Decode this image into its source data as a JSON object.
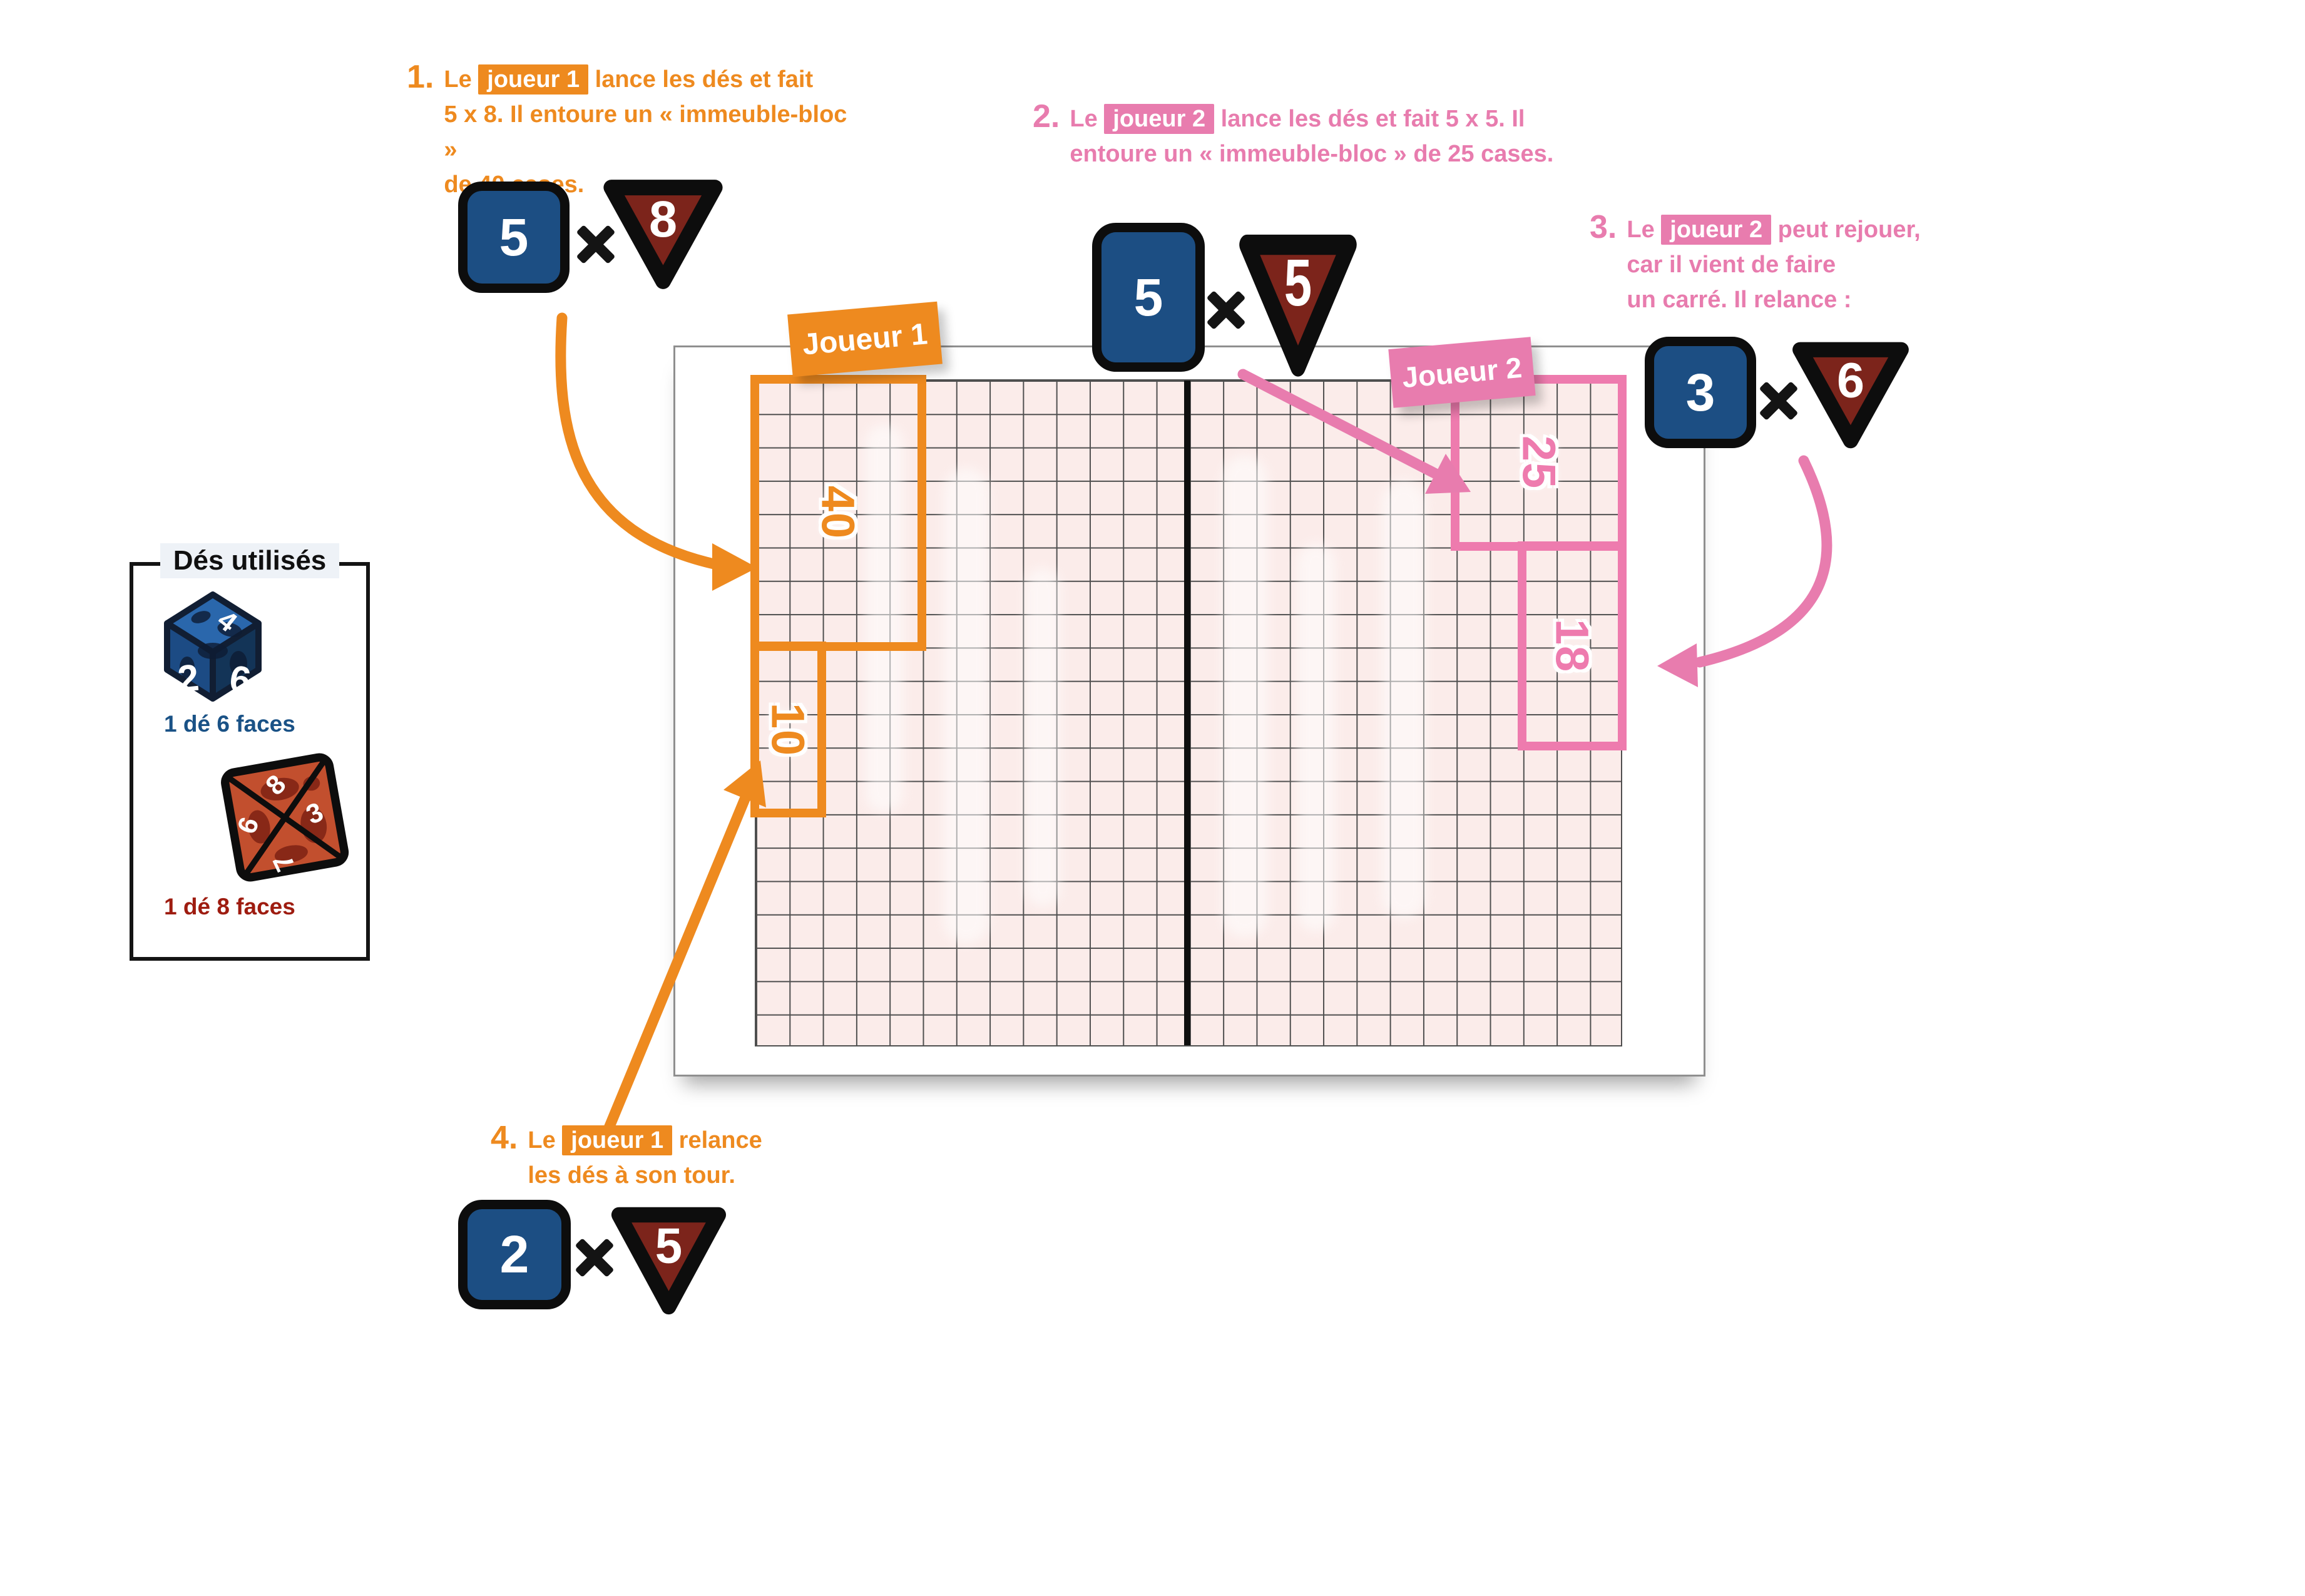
{
  "colors": {
    "orange": "#ee8a1f",
    "pink": "#e87cae",
    "pink_border": "#ee7bae",
    "die_blue": "#1c4e83",
    "die_maroon": "#7c241b",
    "grid_bg": "#fbecea",
    "grid_line": "#4f4f4f",
    "legend_blue_text": "#1a5286",
    "legend_red_text": "#9e1c10"
  },
  "steps": [
    {
      "num": "1.",
      "pre": "Le ",
      "chip": "joueur 1",
      "post": " lance les dés et fait\n5 x 8. Il entoure un « immeuble-bloc »\nde 40 cases."
    },
    {
      "num": "2.",
      "pre": "Le ",
      "chip": "joueur 2",
      "post": " lance les dés et fait 5 x 5. Il\nentoure un « immeuble-bloc » de 25 cases."
    },
    {
      "num": "3.",
      "pre": "Le ",
      "chip": "joueur 2",
      "post": " peut rejouer,\ncar il vient de faire\nun carré. Il relance :"
    },
    {
      "num": "4.",
      "pre": "Le ",
      "chip": "joueur 1",
      "post": " relance\nles dés à son tour."
    }
  ],
  "dice_rolls": [
    {
      "step": "1",
      "d6": "5",
      "d8": "8"
    },
    {
      "step": "2",
      "d6": "5",
      "d8": "5"
    },
    {
      "step": "3",
      "d6": "3",
      "d8": "6"
    },
    {
      "step": "4",
      "d6": "2",
      "d8": "5"
    }
  ],
  "symbols": {
    "times": "×"
  },
  "board": {
    "player1_label": "Joueur 1",
    "player2_label": "Joueur 2",
    "grid": {
      "columns": 26,
      "rows": 20,
      "pages": 2
    },
    "blocks": [
      {
        "owner": "joueur 1",
        "value": "40",
        "cols": 5,
        "rows": 8
      },
      {
        "owner": "joueur 1",
        "value": "10",
        "cols": 2,
        "rows": 5
      },
      {
        "owner": "joueur 2",
        "value": "25",
        "cols": 5,
        "rows": 5
      },
      {
        "owner": "joueur 2",
        "value": "18",
        "cols": 3,
        "rows": 6
      }
    ]
  },
  "legend": {
    "title": "Dés utilisés",
    "d6_label": "1 dé 6 faces",
    "d8_label": "1 dé 8 faces",
    "d6_faces": [
      "4",
      "2",
      "6"
    ],
    "d8_faces": [
      "8",
      "6",
      "3",
      "7"
    ]
  }
}
